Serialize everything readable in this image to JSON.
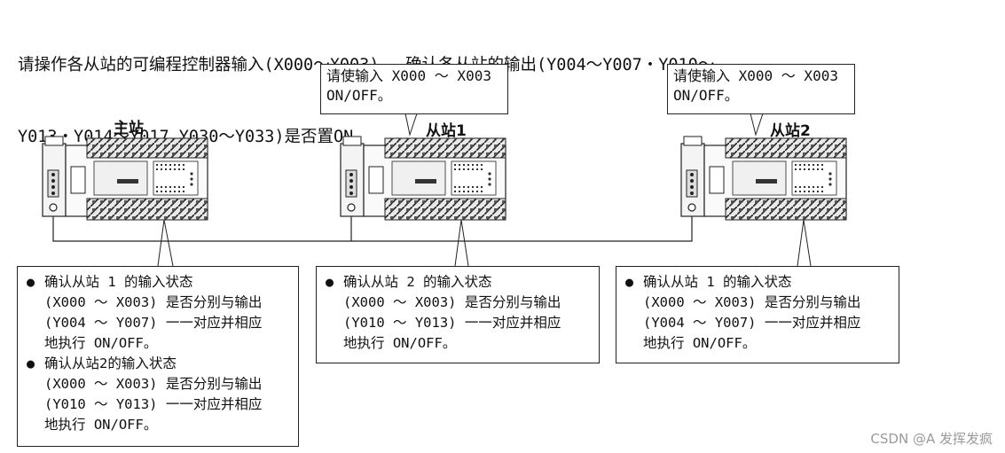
{
  "instruction": {
    "line1": "请操作各从站的可编程控制器输入(X000～X003)， 确认各从站的输出(Y004～Y007・Y010～",
    "line2": "Y013・Y014～Y017…Y030～Y033)是否置ON。"
  },
  "stations": {
    "master": "主站",
    "slave1": "从站1",
    "slave2": "从站2"
  },
  "callouts": {
    "slave1": {
      "line1": "请使输入 X000 ～ X003",
      "line2": "ON/OFF。"
    },
    "slave2": {
      "line1": "请使输入 X000 ～ X003",
      "line2": "ON/OFF。"
    }
  },
  "master_box": {
    "items": [
      {
        "title": "确认从站 1 的输入状态",
        "lines": [
          "(X000 ～ X003) 是否分别与输出",
          "(Y004 ～ Y007) 一一对应并相应",
          "地执行 ON/OFF。"
        ]
      },
      {
        "title": "确认从站2的输入状态",
        "lines": [
          "(X000 ～ X003) 是否分别与输出",
          "(Y010 ～ Y013) 一一对应并相应",
          "地执行 ON/OFF。"
        ]
      }
    ]
  },
  "slave1_box": {
    "title": "确认从站 2 的输入状态",
    "lines": [
      "(X000 ～ X003) 是否分别与输出",
      "(Y010 ～ Y013) 一一对应并相应",
      "地执行 ON/OFF。"
    ]
  },
  "slave2_box": {
    "title": "确认从站 1 的输入状态",
    "lines": [
      "(X000 ～ X003) 是否分别与输出",
      "(Y004 ～ Y007) 一一对应并相应",
      "地执行 ON/OFF。"
    ]
  },
  "bullet_symbol": "●",
  "watermark": "CSDN @A 发挥发疯"
}
